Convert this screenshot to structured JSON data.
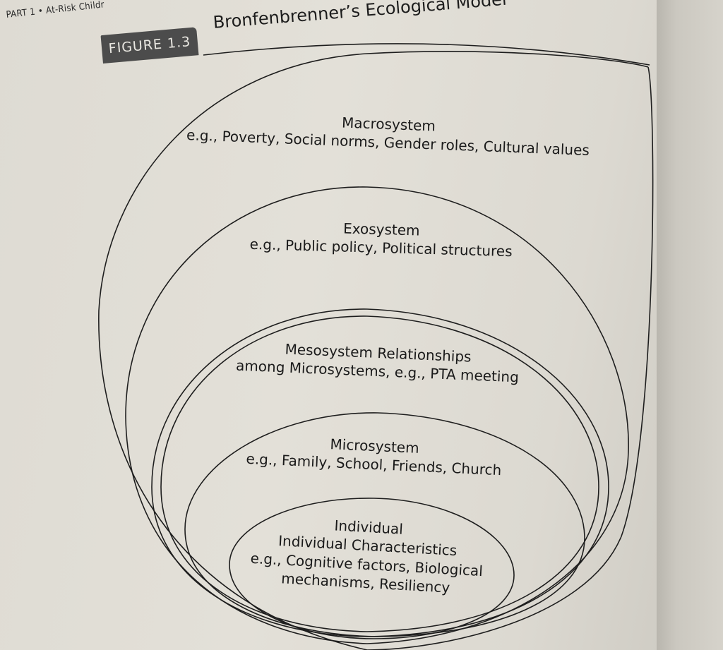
{
  "running_head": {
    "part": "PART 1",
    "bullet": "•",
    "section": "At-Risk Childr"
  },
  "figure": {
    "label": "FIGURE 1.3",
    "title": "Bronfenbrenner’s Ecological Model"
  },
  "levels": {
    "macrosystem": {
      "name": "Macrosystem",
      "example": "e.g., Poverty, Social norms, Gender roles, Cultural values"
    },
    "exosystem": {
      "name": "Exosystem",
      "example": "e.g., Public policy, Political structures"
    },
    "mesosystem": {
      "name": "Mesosystem Relationships",
      "example": "among Microsystems, e.g., PTA meeting"
    },
    "microsystem": {
      "name": "Microsystem",
      "example": "e.g., Family, School, Friends, Church"
    },
    "individual": {
      "name": "Individual",
      "line1": "Individual Characteristics",
      "line2": "e.g., Cognitive factors, Biological",
      "line3": "mechanisms, Resiliency"
    }
  }
}
